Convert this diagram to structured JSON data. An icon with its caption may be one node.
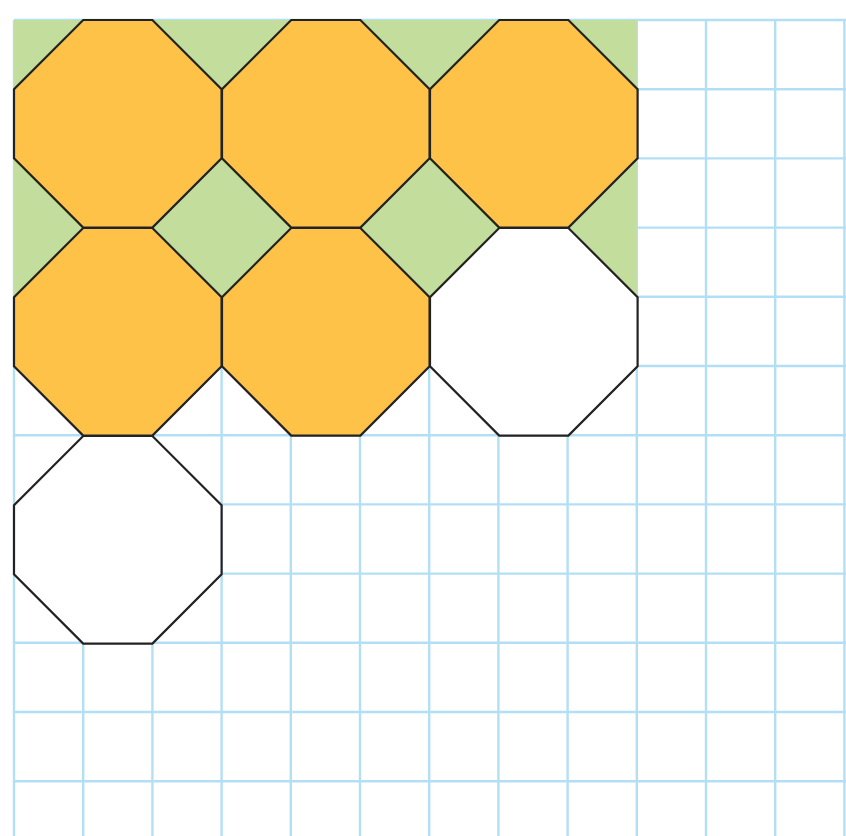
{
  "diagram": {
    "nodes": [
      {
        "text": [],
        "shape": "octagon"
      },
      {
        "text": [],
        "shape": "octagon"
      },
      {
        "text": [],
        "shape": "octagon"
      },
      {
        "text": [],
        "shape": "octagon"
      },
      {
        "text": [],
        "shape": "octagon"
      },
      {
        "text": [],
        "shape": "octagon"
      },
      {
        "text": [],
        "shape": "octagon"
      }
    ]
  }
}
